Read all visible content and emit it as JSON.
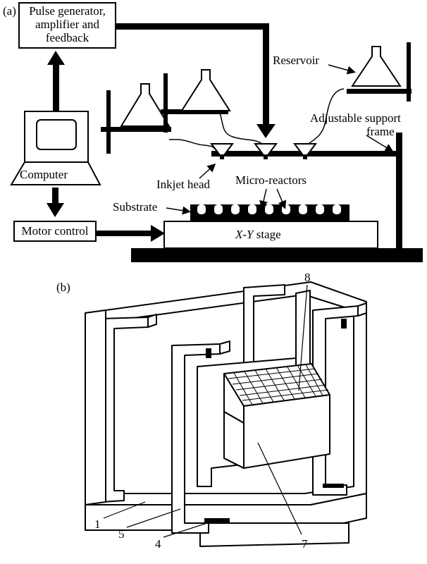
{
  "panel_a": {
    "panel_label": "(a)",
    "pulse_box": [
      "Pulse generator,",
      "amplifier and",
      "feedback"
    ],
    "computer": "Computer",
    "motor_control": "Motor control",
    "reservoir": "Reservoir",
    "adjustable_support": [
      "Adjustable support",
      "frame"
    ],
    "inkjet_head": "Inkjet head",
    "micro_reactors": "Micro-reactors",
    "substrate": "Substrate",
    "stage": {
      "xy": "X-Y",
      "rest": " stage"
    }
  },
  "panel_b": {
    "panel_label": "(b)",
    "callouts": [
      "8",
      "1",
      "5",
      "4",
      "7"
    ]
  }
}
